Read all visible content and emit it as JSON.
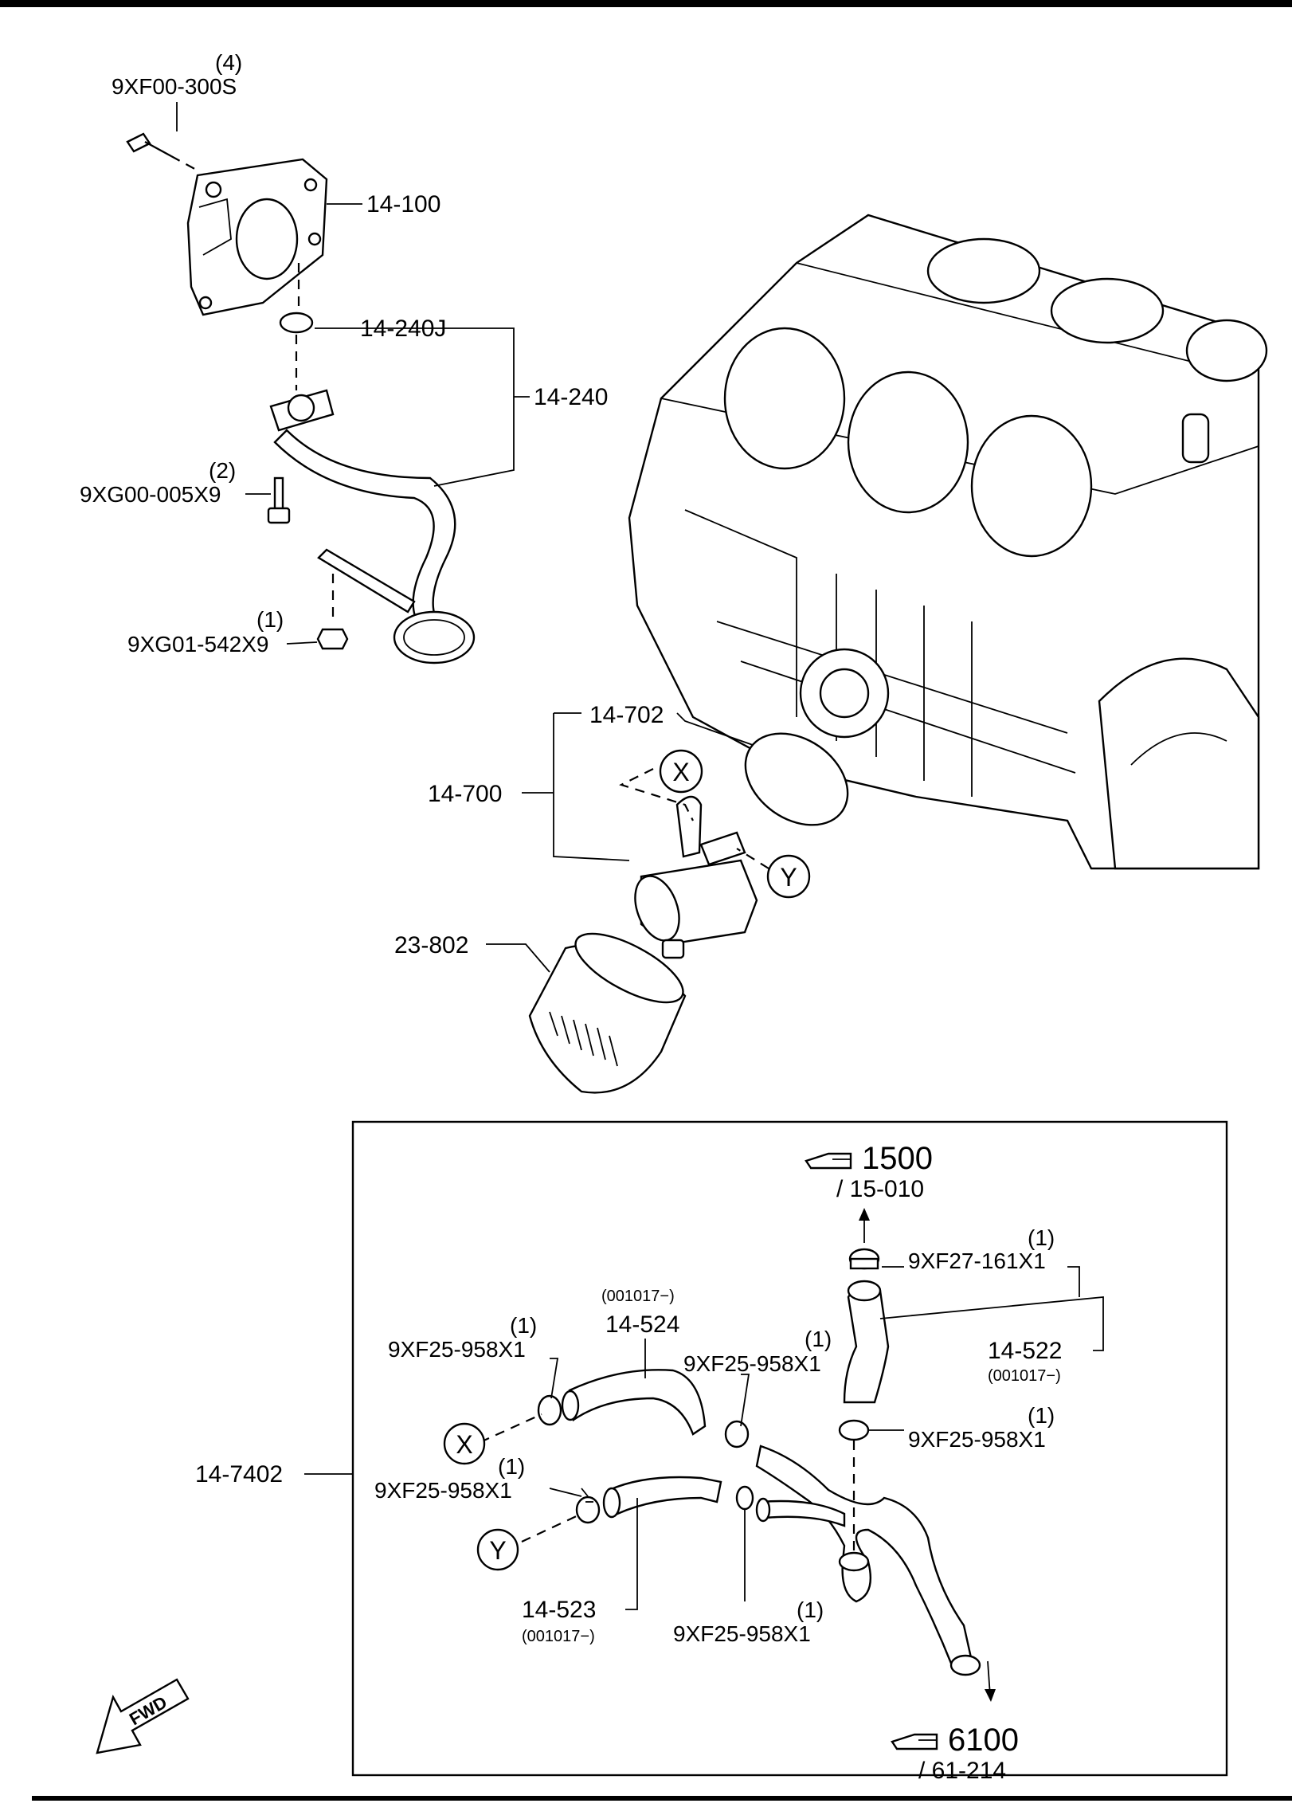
{
  "callouts": {
    "bolt_300s": {
      "qty": "(4)",
      "part": "9XF00-300S"
    },
    "cover": {
      "part": "14-100"
    },
    "oring": {
      "part": "14-240J"
    },
    "pickup_assy": {
      "part": "14-240"
    },
    "bolt_005x9": {
      "qty": "(2)",
      "part": "9XG00-005X9"
    },
    "nut_542x9": {
      "qty": "(1)",
      "part": "9XG01-542X9"
    },
    "gasket_702": {
      "part": "14-702"
    },
    "cooler_700": {
      "part": "14-700"
    },
    "filter_802": {
      "part": "23-802"
    },
    "marker_x": {
      "letter": "X"
    },
    "marker_y": {
      "letter": "Y"
    }
  },
  "inset": {
    "assembly": {
      "part": "14-7402"
    },
    "ref_top": {
      "number": "1500",
      "sub": "/ 15-010"
    },
    "ref_bottom": {
      "number": "6100",
      "sub": "/ 61-214"
    },
    "hose_522": {
      "part": "14-522",
      "date": "(001017−)"
    },
    "hose_524": {
      "part": "14-524",
      "date": "(001017−)"
    },
    "hose_523": {
      "part": "14-523",
      "date": "(001017−)"
    },
    "clamp_161": {
      "qty": "(1)",
      "part": "9XF27-161X1"
    },
    "clamp_958_a": {
      "qty": "(1)",
      "part": "9XF25-958X1"
    },
    "clamp_958_b": {
      "qty": "(1)",
      "part": "9XF25-958X1"
    },
    "clamp_958_c": {
      "qty": "(1)",
      "part": "9XF25-958X1"
    },
    "clamp_958_d": {
      "qty": "(1)",
      "part": "9XF25-958X1"
    },
    "clamp_958_e": {
      "qty": "(1)",
      "part": "9XF25-958X1"
    },
    "marker_x": {
      "letter": "X"
    },
    "marker_y": {
      "letter": "Y"
    }
  },
  "fwd_arrow": {
    "label": "FWD"
  }
}
